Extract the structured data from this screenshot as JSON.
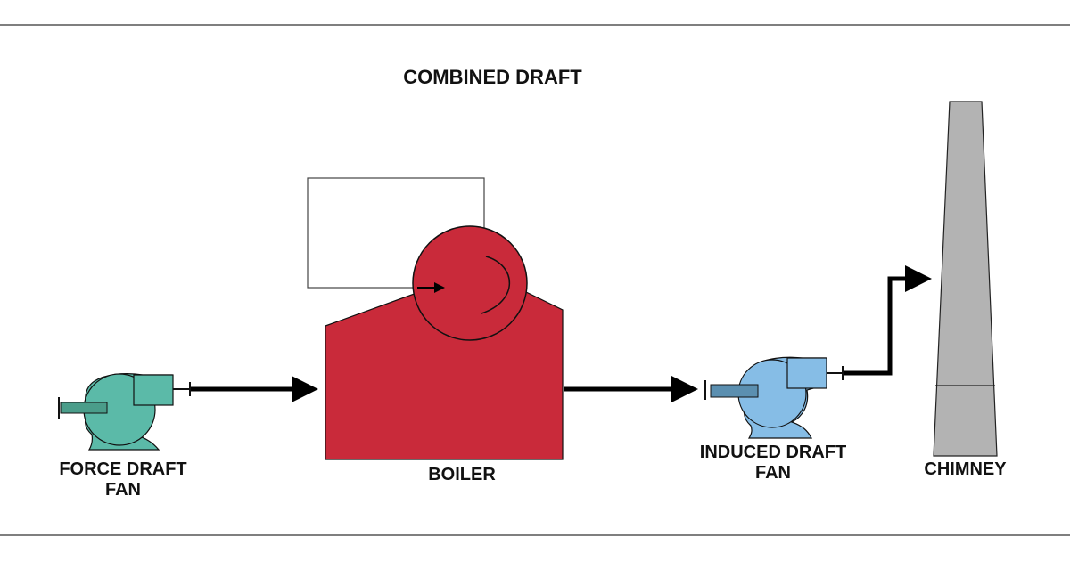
{
  "title": "COMBINED DRAFT",
  "labels": {
    "force_draft_fan": [
      "FORCE DRAFT",
      "FAN"
    ],
    "boiler": "BOILER",
    "induced_draft_fan": [
      "INDUCED DRAFT",
      "FAN"
    ],
    "chimney": "CHIMNEY"
  },
  "colors": {
    "force_draft_fan": "#5bbaa8",
    "fan_motor": "#4a9d8a",
    "boiler": "#c92a3a",
    "induced_draft_fan": "#86bde6",
    "induced_motor": "#5b8fb0",
    "chimney": "#b3b3b3",
    "flow_arrow": "#000000",
    "border_line": "#555555"
  },
  "icons": {
    "force_draft_fan": "centrifugal-fan-icon",
    "induced_draft_fan": "centrifugal-fan-icon",
    "boiler": "boiler-drum-icon",
    "chimney": "chimney-stack-icon"
  }
}
